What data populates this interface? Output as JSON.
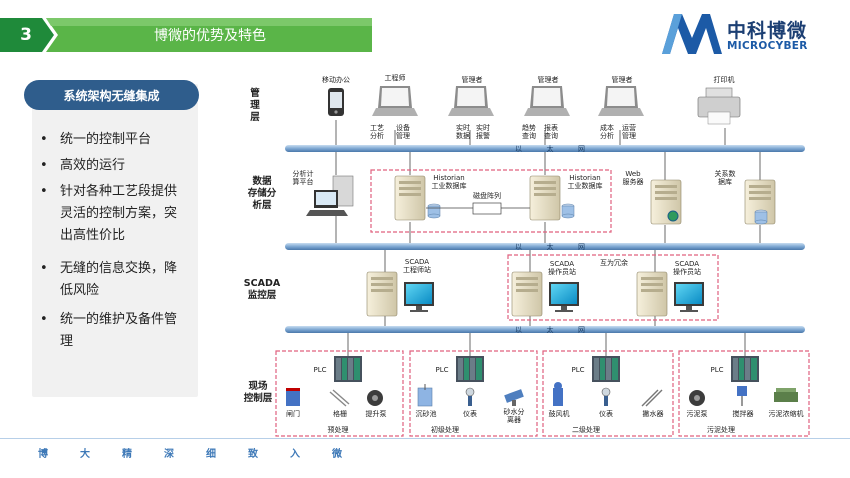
{
  "header": {
    "number": "3",
    "title": "博微的优势及特色",
    "logo_cn": "中科博微",
    "logo_en": "MICROCYBER"
  },
  "left": {
    "header": "系统架构无缝集成",
    "features": [
      {
        "bullet": "•",
        "lines": [
          "统一的控制平台"
        ]
      },
      {
        "bullet": "•",
        "lines": [
          "高效的运行"
        ]
      },
      {
        "bullet": "•",
        "lines": [
          "针对各种工艺段提供",
          "灵活的控制方案，突",
          "出高性价比"
        ]
      },
      {
        "bullet": "•",
        "lines": [
          "无缝的信息交换，降",
          "低风险"
        ]
      },
      {
        "bullet": "•",
        "lines": [
          "统一的维护及备件管",
          "理"
        ]
      }
    ]
  },
  "footer": {
    "motto": [
      "博",
      "大",
      "精",
      "深",
      "细",
      "致",
      "入",
      "微"
    ]
  },
  "diagram": {
    "layers": {
      "management": [
        "管",
        "理",
        "层"
      ],
      "storage": [
        "数据",
        "存储分",
        "析层"
      ],
      "scada": [
        "SCADA",
        "监控层"
      ],
      "field": [
        "现场",
        "控制层"
      ]
    },
    "ethernet": [
      "以",
      "太",
      "网"
    ],
    "management": {
      "mobile": "移动办公",
      "engineer": "工程师",
      "manager": "管理者",
      "printer": "打印机",
      "eng_sub": [
        "工艺",
        "分析",
        "设备",
        "管理"
      ],
      "m1_sub": [
        "实时",
        "数据",
        "实时",
        "报警"
      ],
      "m2_sub": [
        "趋势",
        "查询",
        "报表",
        "查询"
      ],
      "m3_sub": [
        "成本",
        "分析",
        "运营",
        "管理"
      ]
    },
    "storage": {
      "analysis": [
        "分析计",
        "算平台"
      ],
      "historian": "Historian",
      "db": "工业数据库",
      "raid": "磁盘阵列",
      "web": [
        "Web",
        "服务器"
      ],
      "rel": [
        "关系数",
        "据库"
      ]
    },
    "scada": {
      "eng": [
        "SCADA",
        "工程师站"
      ],
      "op": [
        "SCADA",
        "操作员站"
      ],
      "redundant": "互为冗余"
    },
    "field": {
      "plc": "PLC",
      "g1": {
        "items": [
          "闸门",
          "格栅",
          "提升泵"
        ],
        "name": "预处理"
      },
      "g2": {
        "items": [
          "沉砂池",
          "仪表",
          "砂水分",
          "离器"
        ],
        "name": "初级处理"
      },
      "g3": {
        "items": [
          "鼓风机",
          "仪表",
          "撇水器"
        ],
        "name": "二级处理"
      },
      "g4": {
        "items": [
          "污泥泵",
          "搅拌器",
          "污泥浓缩机"
        ],
        "name": "污泥处理"
      }
    }
  },
  "colors": {
    "green_dark": "#1f8a3a",
    "green_light": "#5ab548",
    "blue_brand": "#1c5aa6",
    "header_blue": "#2f5d8c",
    "bus_blue": "#7ea8d3",
    "dash_red": "#e0607e"
  }
}
